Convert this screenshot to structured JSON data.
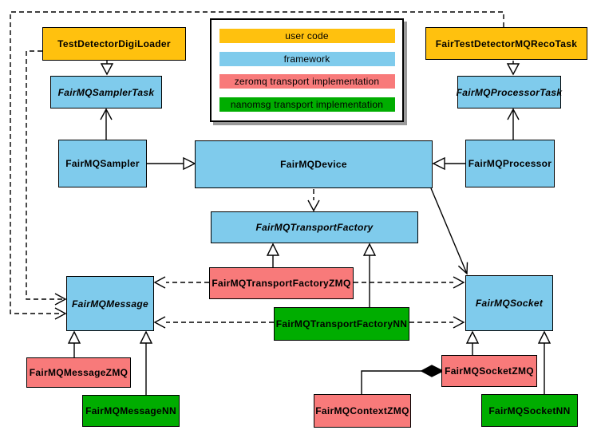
{
  "nodes": {
    "testDetectorDigiLoader": {
      "label": "TestDetectorDigiLoader",
      "category": "user code",
      "abstract": false
    },
    "fairTestDetectorMQRecoTask": {
      "label": "FairTestDetectorMQRecoTask",
      "category": "user code",
      "abstract": false
    },
    "fairMQSamplerTask": {
      "label": "FairMQSamplerTask",
      "category": "framework",
      "abstract": true
    },
    "fairMQProcessorTask": {
      "label": "FairMQProcessorTask",
      "category": "framework",
      "abstract": true
    },
    "fairMQSampler": {
      "label": "FairMQSampler",
      "category": "framework",
      "abstract": false
    },
    "fairMQDevice": {
      "label": "FairMQDevice",
      "category": "framework",
      "abstract": false
    },
    "fairMQProcessor": {
      "label": "FairMQProcessor",
      "category": "framework",
      "abstract": false
    },
    "fairMQTransportFactory": {
      "label": "FairMQTransportFactory",
      "category": "framework",
      "abstract": true
    },
    "fairMQTransportFactoryZMQ": {
      "label": "FairMQTransportFactoryZMQ",
      "category": "zeromq",
      "abstract": false
    },
    "fairMQTransportFactoryNN": {
      "label": "FairMQTransportFactoryNN",
      "category": "nanomsg",
      "abstract": false
    },
    "fairMQMessage": {
      "label": "FairMQMessage",
      "category": "framework",
      "abstract": true
    },
    "fairMQSocket": {
      "label": "FairMQSocket",
      "category": "framework",
      "abstract": true
    },
    "fairMQMessageZMQ": {
      "label": "FairMQMessageZMQ",
      "category": "zeromq",
      "abstract": false
    },
    "fairMQMessageNN": {
      "label": "FairMQMessageNN",
      "category": "nanomsg",
      "abstract": false
    },
    "fairMQContextZMQ": {
      "label": "FairMQContextZMQ",
      "category": "zeromq",
      "abstract": false
    },
    "fairMQSocketZMQ": {
      "label": "FairMQSocketZMQ",
      "category": "zeromq",
      "abstract": false
    },
    "fairMQSocketNN": {
      "label": "FairMQSocketNN",
      "category": "nanomsg",
      "abstract": false
    }
  },
  "legend": {
    "items": [
      {
        "label": "user code",
        "color": "#FFC10E"
      },
      {
        "label": "framework",
        "color": "#7FCBEC"
      },
      {
        "label": "zeromq transport implementation",
        "color": "#F87A7A"
      },
      {
        "label": "nanomsg transport implementation",
        "color": "#00AD00"
      }
    ]
  },
  "colors": {
    "user_code": "#FFC10E",
    "framework": "#7FCBEC",
    "zeromq": "#F87A7A",
    "nanomsg": "#00AD00",
    "border": "#000000",
    "background": "#FFFFFF"
  },
  "edges": [
    {
      "from": "TestDetectorDigiLoader",
      "to": "FairMQSamplerTask",
      "type": "inheritance"
    },
    {
      "from": "FairTestDetectorMQRecoTask",
      "to": "FairMQProcessorTask",
      "type": "inheritance"
    },
    {
      "from": "FairMQSampler",
      "to": "FairMQSamplerTask",
      "type": "association"
    },
    {
      "from": "FairMQProcessor",
      "to": "FairMQProcessorTask",
      "type": "association"
    },
    {
      "from": "FairMQSampler",
      "to": "FairMQDevice",
      "type": "inheritance"
    },
    {
      "from": "FairMQProcessor",
      "to": "FairMQDevice",
      "type": "inheritance"
    },
    {
      "from": "FairMQDevice",
      "to": "FairMQTransportFactory",
      "type": "dependency"
    },
    {
      "from": "FairMQDevice",
      "to": "FairMQSocket",
      "type": "association"
    },
    {
      "from": "FairMQTransportFactoryZMQ",
      "to": "FairMQTransportFactory",
      "type": "inheritance"
    },
    {
      "from": "FairMQTransportFactoryNN",
      "to": "FairMQTransportFactory",
      "type": "inheritance"
    },
    {
      "from": "FairMQTransportFactoryZMQ",
      "to": "FairMQMessage",
      "type": "dependency"
    },
    {
      "from": "FairMQTransportFactoryZMQ",
      "to": "FairMQSocket",
      "type": "dependency"
    },
    {
      "from": "FairMQTransportFactoryNN",
      "to": "FairMQMessage",
      "type": "dependency"
    },
    {
      "from": "FairMQTransportFactoryNN",
      "to": "FairMQSocket",
      "type": "dependency"
    },
    {
      "from": "FairMQMessageZMQ",
      "to": "FairMQMessage",
      "type": "inheritance"
    },
    {
      "from": "FairMQMessageNN",
      "to": "FairMQMessage",
      "type": "inheritance"
    },
    {
      "from": "FairMQSocketZMQ",
      "to": "FairMQSocket",
      "type": "inheritance"
    },
    {
      "from": "FairMQSocketNN",
      "to": "FairMQSocket",
      "type": "inheritance"
    },
    {
      "from": "FairMQContextZMQ",
      "to": "FairMQSocketZMQ",
      "type": "composition"
    },
    {
      "from": "TestDetectorDigiLoader",
      "to": "FairMQMessage",
      "type": "dependency"
    },
    {
      "from": "FairTestDetectorMQRecoTask",
      "to": "FairMQMessage",
      "type": "dependency"
    }
  ]
}
